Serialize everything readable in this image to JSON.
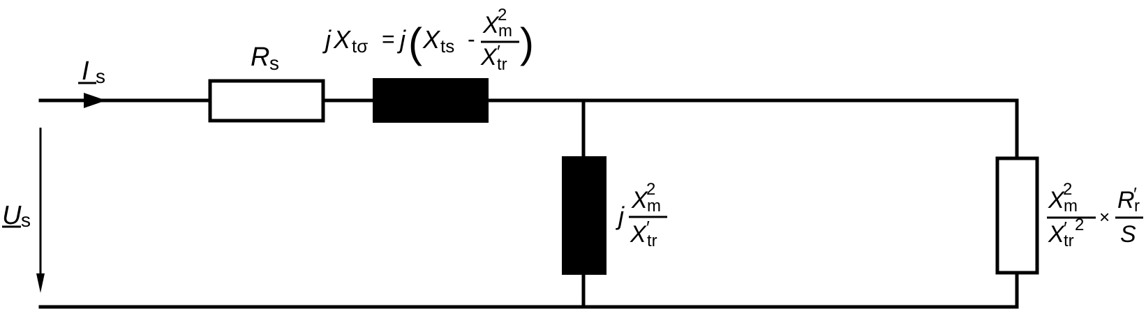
{
  "colors": {
    "wire": "#000000",
    "resistor_fill": "#ffffff",
    "inductor_fill": "#000000",
    "background": "#ffffff"
  },
  "labels": {
    "current": {
      "symbol": "I",
      "sub": "s"
    },
    "voltage": {
      "symbol": "U",
      "sub": "s"
    },
    "rs": {
      "symbol": "R",
      "sub": "s"
    },
    "leak": {
      "j": "j",
      "x": "X",
      "x_sub": "tσ",
      "eq": "=",
      "j2": "j",
      "paren_l": "(",
      "xts": "X",
      "xts_sub": "ts",
      "minus": "-",
      "num": "X",
      "num_sub": "m",
      "num_sup": "2",
      "den": "X",
      "den_prime": "′",
      "den_sub": "tr",
      "paren_r": ")"
    },
    "mag": {
      "j": "j",
      "num": "X",
      "num_sub": "m",
      "num_sup": "2",
      "den": "X",
      "den_prime": "′",
      "den_sub": "tr"
    },
    "rotor": {
      "num": "X",
      "num_sub": "m",
      "num_sup": "2",
      "den": "X",
      "den_prime": "′",
      "den_sup": "2",
      "den_sub": "tr",
      "times": "×",
      "num2": "R",
      "num2_prime": "′",
      "num2_sub": "r",
      "den2": "S"
    }
  }
}
